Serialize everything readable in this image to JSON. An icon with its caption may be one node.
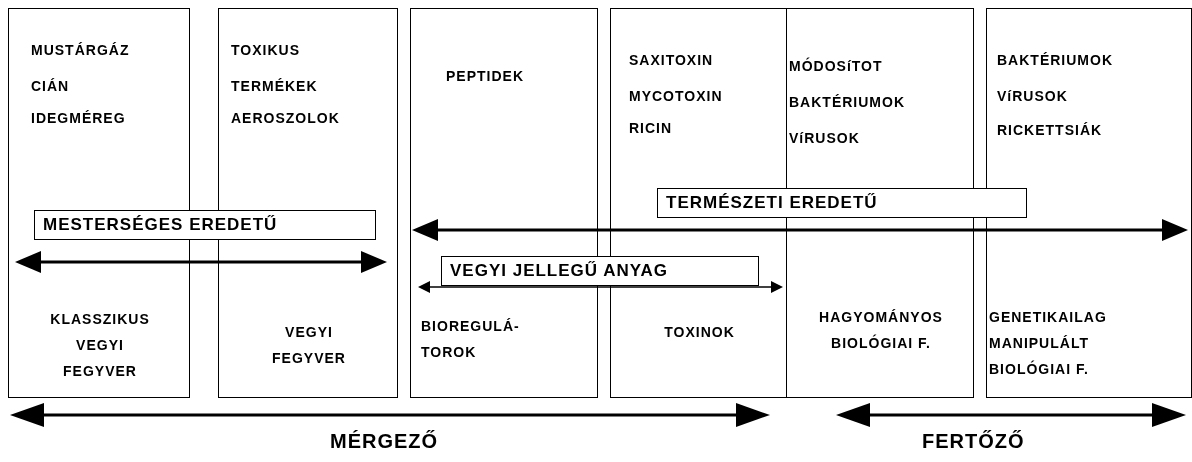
{
  "diagram": {
    "nodes": [
      {
        "text": [
          "MUSTÁRGÁZ",
          "CIÁN",
          "IDEGMÉREG",
          "KLASSZIKUS VEGYI FEGYVER"
        ]
      },
      {
        "text": [
          "TOXIKUS",
          "TERMÉKEK",
          "AEROSZOLOK",
          "VEGYI FEGYVER"
        ]
      },
      {
        "text": [
          "PEPTIDEK",
          "BIOREGULÁ- TOROK"
        ]
      },
      {
        "text": [
          "SAXITOXIN",
          "MYCOTOXIN",
          "RICIN",
          "TOXINOK"
        ]
      },
      {
        "text": [
          "MÓDOSíTOT",
          "BAKTÉRIUMOK",
          "VíRUSOK",
          "HAGYOMÁNYOS BIOLÓGIAI F."
        ]
      },
      {
        "text": [
          "BAKTÉRIUMOK",
          "VíRUSOK",
          "RICKETTSIÁK",
          "GENETIKAILAG MANIPULÁLT BIOLÓGIAI F."
        ]
      },
      {
        "text": [
          "MESTERSÉGES EREDETŰ"
        ]
      },
      {
        "text": [
          "TERMÉSZETI EREDETŰ"
        ]
      },
      {
        "text": [
          "VEGYI JELLEGŰ ANYAG"
        ]
      },
      {
        "text": [
          "MÉRGEZŐ"
        ]
      },
      {
        "text": [
          "FERTŐZŐ"
        ]
      }
    ]
  }
}
